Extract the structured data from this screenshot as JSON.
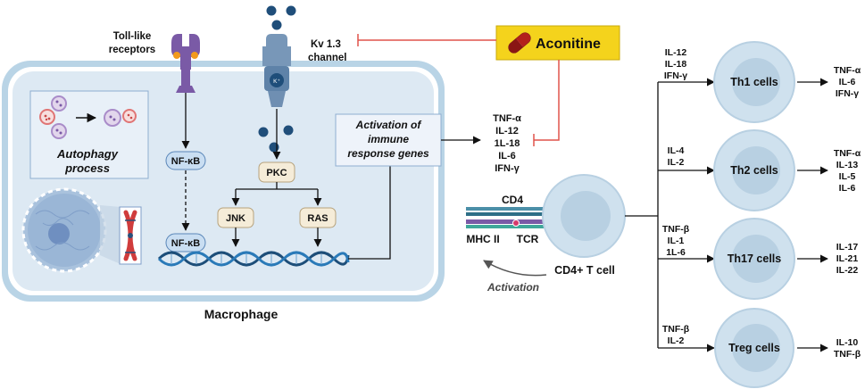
{
  "receptors": {
    "toll_like": [
      "Toll-like",
      "receptors"
    ],
    "kv_channel": [
      "Kv 1.3",
      "channel"
    ],
    "k_ion": "K⁺"
  },
  "drug": {
    "name": "Aconitine"
  },
  "macrophage": {
    "label": "Macrophage",
    "autophagy": [
      "Autophagy",
      "process"
    ],
    "nfkb_top": "NF-κB",
    "nfkb_bottom": "NF-κB",
    "pkc": "PKC",
    "jnk": "JNK",
    "ras": "RAS",
    "activation_box": [
      "Activation of",
      "immune",
      "response genes"
    ]
  },
  "cytokines_out": [
    "TNF-α",
    "IL-12",
    "1L-18",
    "IL-6",
    "IFN-γ"
  ],
  "synapse": {
    "cd4": "CD4",
    "mhc": "MHC II",
    "tcr": "TCR",
    "activation": "Activation"
  },
  "tcell": {
    "label": "CD4+ T cell"
  },
  "subsets": [
    {
      "name": "Th1 cells",
      "inputs": [
        "IL-12",
        "IL-18",
        "IFN-γ"
      ],
      "outputs": [
        "TNF-α",
        "IL-6",
        "IFN-γ"
      ]
    },
    {
      "name": "Th2 cells",
      "inputs": [
        "IL-4",
        "IL-2"
      ],
      "outputs": [
        "TNF-α",
        "IL-13",
        "IL-5",
        "IL-6"
      ]
    },
    {
      "name": "Th17 cells",
      "inputs": [
        "TNF-β",
        "IL-1",
        "1L-6"
      ],
      "outputs": [
        "IL-17",
        "IL-21",
        "IL-22"
      ]
    },
    {
      "name": "Treg cells",
      "inputs": [
        "TNF-β",
        "IL-2"
      ],
      "outputs": [
        "IL-10",
        "TNF-β"
      ]
    }
  ],
  "colors": {
    "membrane_outer": "#b9d4e6",
    "membrane_inner": "#ffffff",
    "cytoplasm": "#dde9f3",
    "nfkb_fill": "#c9def2",
    "node_fill": "#f5ecd8",
    "drug_box": "#f4d31c",
    "inhibit": "#e0534b",
    "cell_outer": "#cfe1ee",
    "cell_inner": "#b8d0e2",
    "receptor_purple": "#7a5aa6",
    "channel_blue": "#6f8fb2",
    "dna_blue": "#2a7ab8",
    "dna_dark": "#1d4e79"
  }
}
